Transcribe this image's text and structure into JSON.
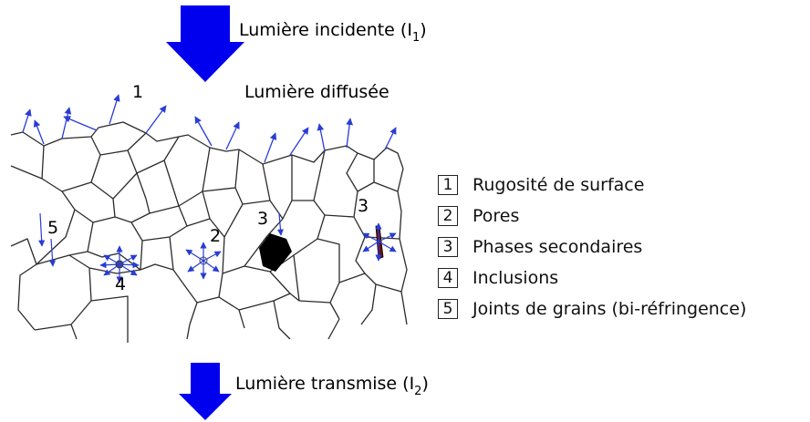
{
  "incident": {
    "text": "Lumière incidente (I",
    "sub": "1",
    "close": ")"
  },
  "transmitted": {
    "text": "Lumière transmise (I",
    "sub": "2",
    "close": ")"
  },
  "scattered_label": "Lumière diffusée",
  "markers": {
    "m1": "1",
    "m2": "2",
    "m3a": "3",
    "m3b": "3",
    "m4": "4",
    "m5": "5"
  },
  "legend": [
    {
      "num": "1",
      "label": "Rugosité de surface"
    },
    {
      "num": "2",
      "label": "Pores"
    },
    {
      "num": "3",
      "label": "Phases secondaires"
    },
    {
      "num": "4",
      "label": "Inclusions"
    },
    {
      "num": "5",
      "label": "Joints de grains (bi-réfringence)"
    }
  ],
  "colors": {
    "arrow_fill": "#0000ee",
    "ray": "#2a3cd6",
    "grain_line": "#2b2b2b",
    "secondary_phase": "#000000",
    "secondary_phase_b": "#6b0f0f",
    "inclusion": "#555555"
  }
}
